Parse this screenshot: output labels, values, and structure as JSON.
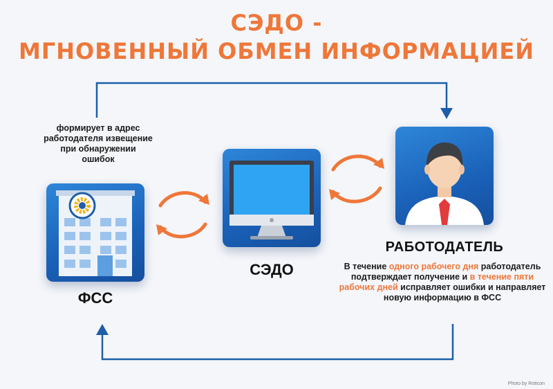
{
  "title": {
    "line1": "СЭДО -",
    "line2": "МГНОВЕННЫЙ ОБМЕН ИНФОРМАЦИЕЙ"
  },
  "fss": {
    "label": "ФСС",
    "note": "формирует в адрес работодателя извещение при обнаружении ошибок"
  },
  "sedo": {
    "label": "СЭДО"
  },
  "employer": {
    "label": "РАБОТОДАТЕЛЬ",
    "note_parts": [
      "В течение ",
      "одного рабочего дня",
      " работодатель подтверждает получение и ",
      "в течение пяти рабочих дней",
      " исправляет ошибки и направляет новую информацию в ФСС"
    ]
  },
  "credit": "Photo by Roticon",
  "colors": {
    "accent": "#ee7739",
    "card_blue": "#1a61b8",
    "arrow_blue": "#1d5ea8"
  }
}
